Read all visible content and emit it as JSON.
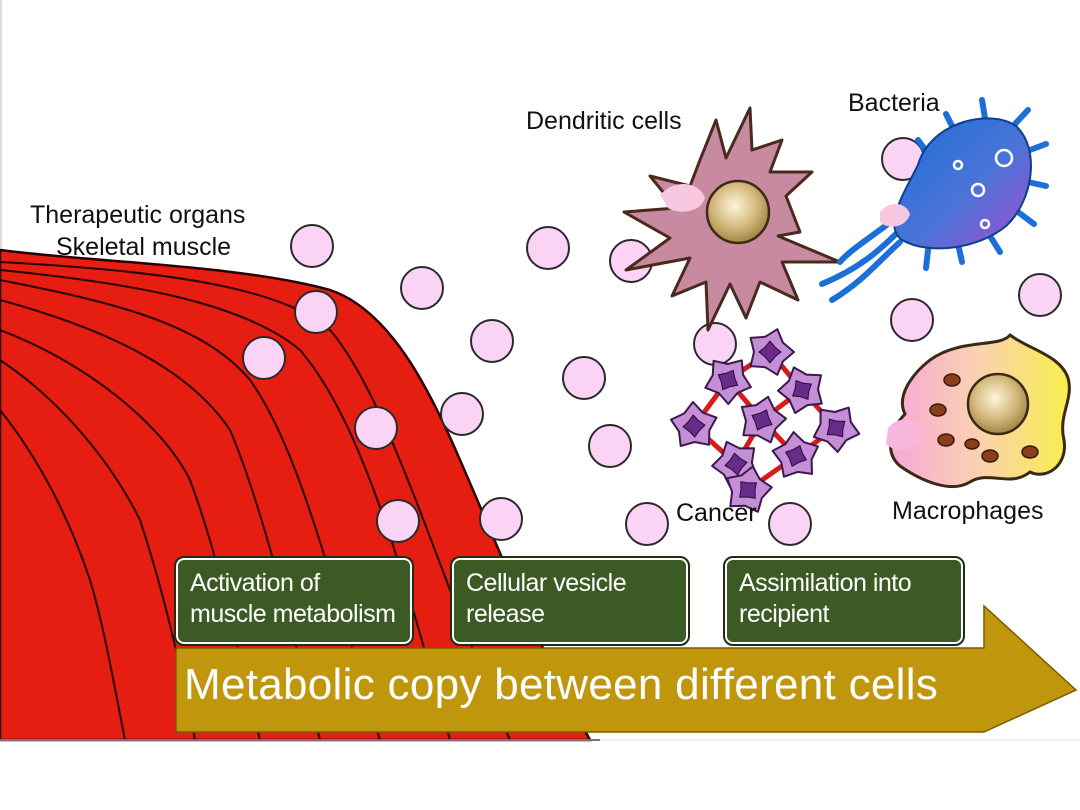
{
  "labels": {
    "organs_line1": "Therapeutic organs",
    "organs_line2": "Skeletal muscle",
    "dendritic": "Dendritic cells",
    "bacteria": "Bacteria",
    "cancer": "Cancer",
    "macrophages": "Macrophages"
  },
  "steps": [
    {
      "line1": "Activation of",
      "line2": "muscle metabolism"
    },
    {
      "line1": "Cellular vesicle",
      "line2": "release"
    },
    {
      "line1": "Assimilation into",
      "line2": "recipient"
    }
  ],
  "banner": "Metabolic copy between different cells",
  "colors": {
    "muscle": "#e61e12",
    "vesicle": "#fbd4f5",
    "step_box": "#3c5a24",
    "banner": "#c0960c",
    "dendritic": "#c78aa0",
    "bacteria": "#2f7fd4",
    "cancer": "#c58fd8",
    "macrophage": "#f8e36a"
  }
}
